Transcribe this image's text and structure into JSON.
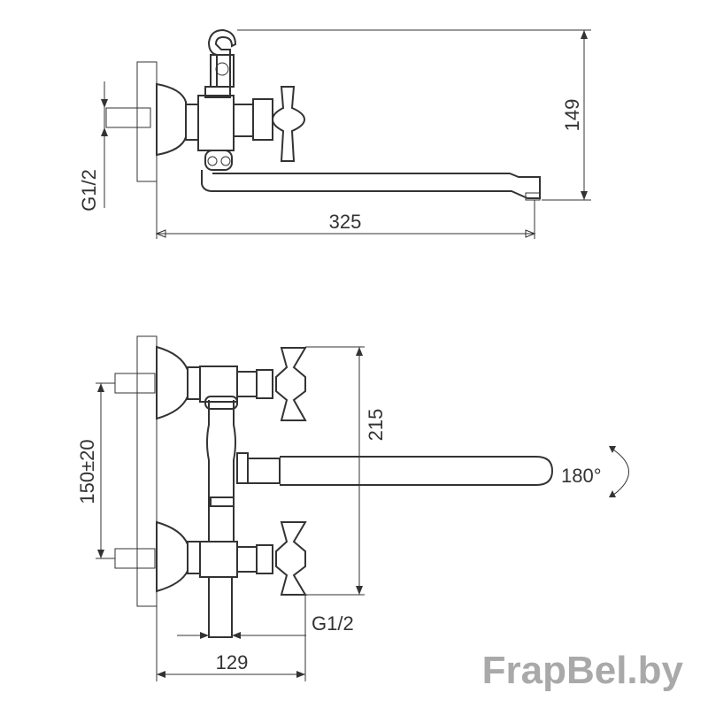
{
  "top_view": {
    "dim_width": "325",
    "dim_height": "149",
    "thread_label": "G1/2"
  },
  "front_view": {
    "dim_height": "215",
    "dim_spacing": "150±20",
    "rotation": "180°",
    "thread_label": "G1/2",
    "dim_width": "129"
  },
  "watermark": "FrapBel.by",
  "colors": {
    "line": "#333333",
    "watermark": "#a9a9a9"
  }
}
